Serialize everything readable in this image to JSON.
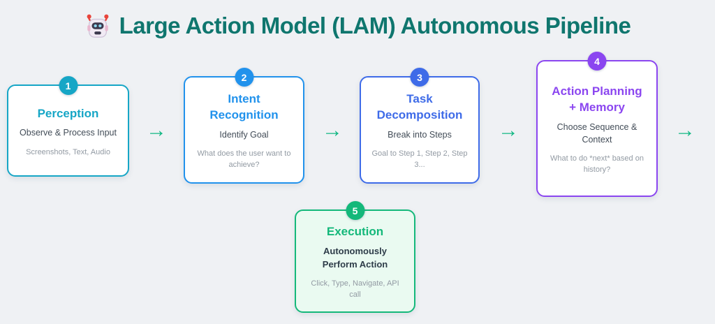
{
  "header": {
    "icon": "robot",
    "title": "Large Action Model (LAM) Autonomous Pipeline"
  },
  "colors": {
    "background": "#eff1f4",
    "header_text": "#0f766e",
    "arrow": "#13b884",
    "subtitle_text": "#424c57",
    "detail_text": "#929aa3"
  },
  "arrows": {
    "glyph": "→"
  },
  "steps": [
    {
      "number": "1",
      "title": "Perception",
      "subtitle": "Observe & Process Input",
      "detail": "Screenshots, Text, Audio",
      "accent": "#16a6c6",
      "bg": "#ffffff"
    },
    {
      "number": "2",
      "title": "Intent Recognition",
      "subtitle": "Identify Goal",
      "detail": "What does the user want to achieve?",
      "accent": "#2192ec",
      "bg": "#ffffff"
    },
    {
      "number": "3",
      "title": "Task Decomposition",
      "subtitle": "Break into Steps",
      "detail": "Goal to Step 1, Step 2, Step 3...",
      "accent": "#3e6be8",
      "bg": "#ffffff"
    },
    {
      "number": "4",
      "title": "Action Planning + Memory",
      "subtitle": "Choose Sequence & Context",
      "detail": "What to do *next* based on history?",
      "accent": "#8b46f0",
      "bg": "#ffffff"
    },
    {
      "number": "5",
      "title": "Execution",
      "subtitle": "Autonomously Perform Action",
      "detail": "Click, Type, Navigate, API call",
      "accent": "#14b87a",
      "bg": "#eafaf1"
    }
  ]
}
